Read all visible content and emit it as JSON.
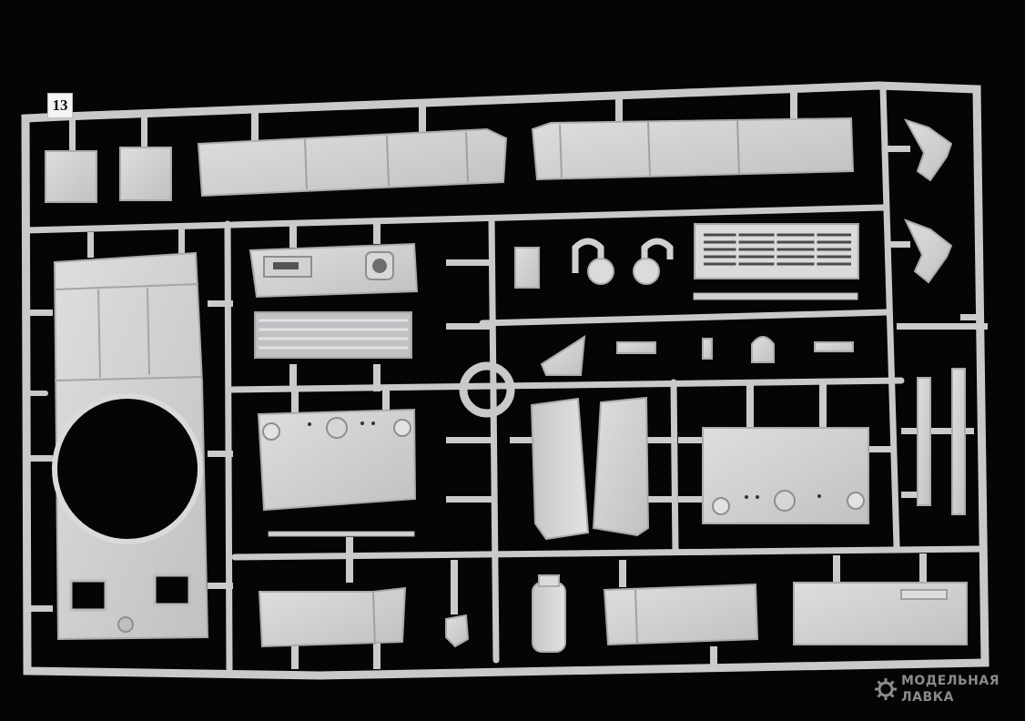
{
  "sprue": {
    "label": "13",
    "colors": {
      "background": "#050505",
      "plastic": "#cfd1d2",
      "plastic_shade": "#a9abad",
      "detail": "#8c8e90"
    }
  },
  "watermark": {
    "line1": "МОДЕЛЬНАЯ",
    "line2": "ЛАВКА",
    "icon": "gear-logo-icon"
  }
}
